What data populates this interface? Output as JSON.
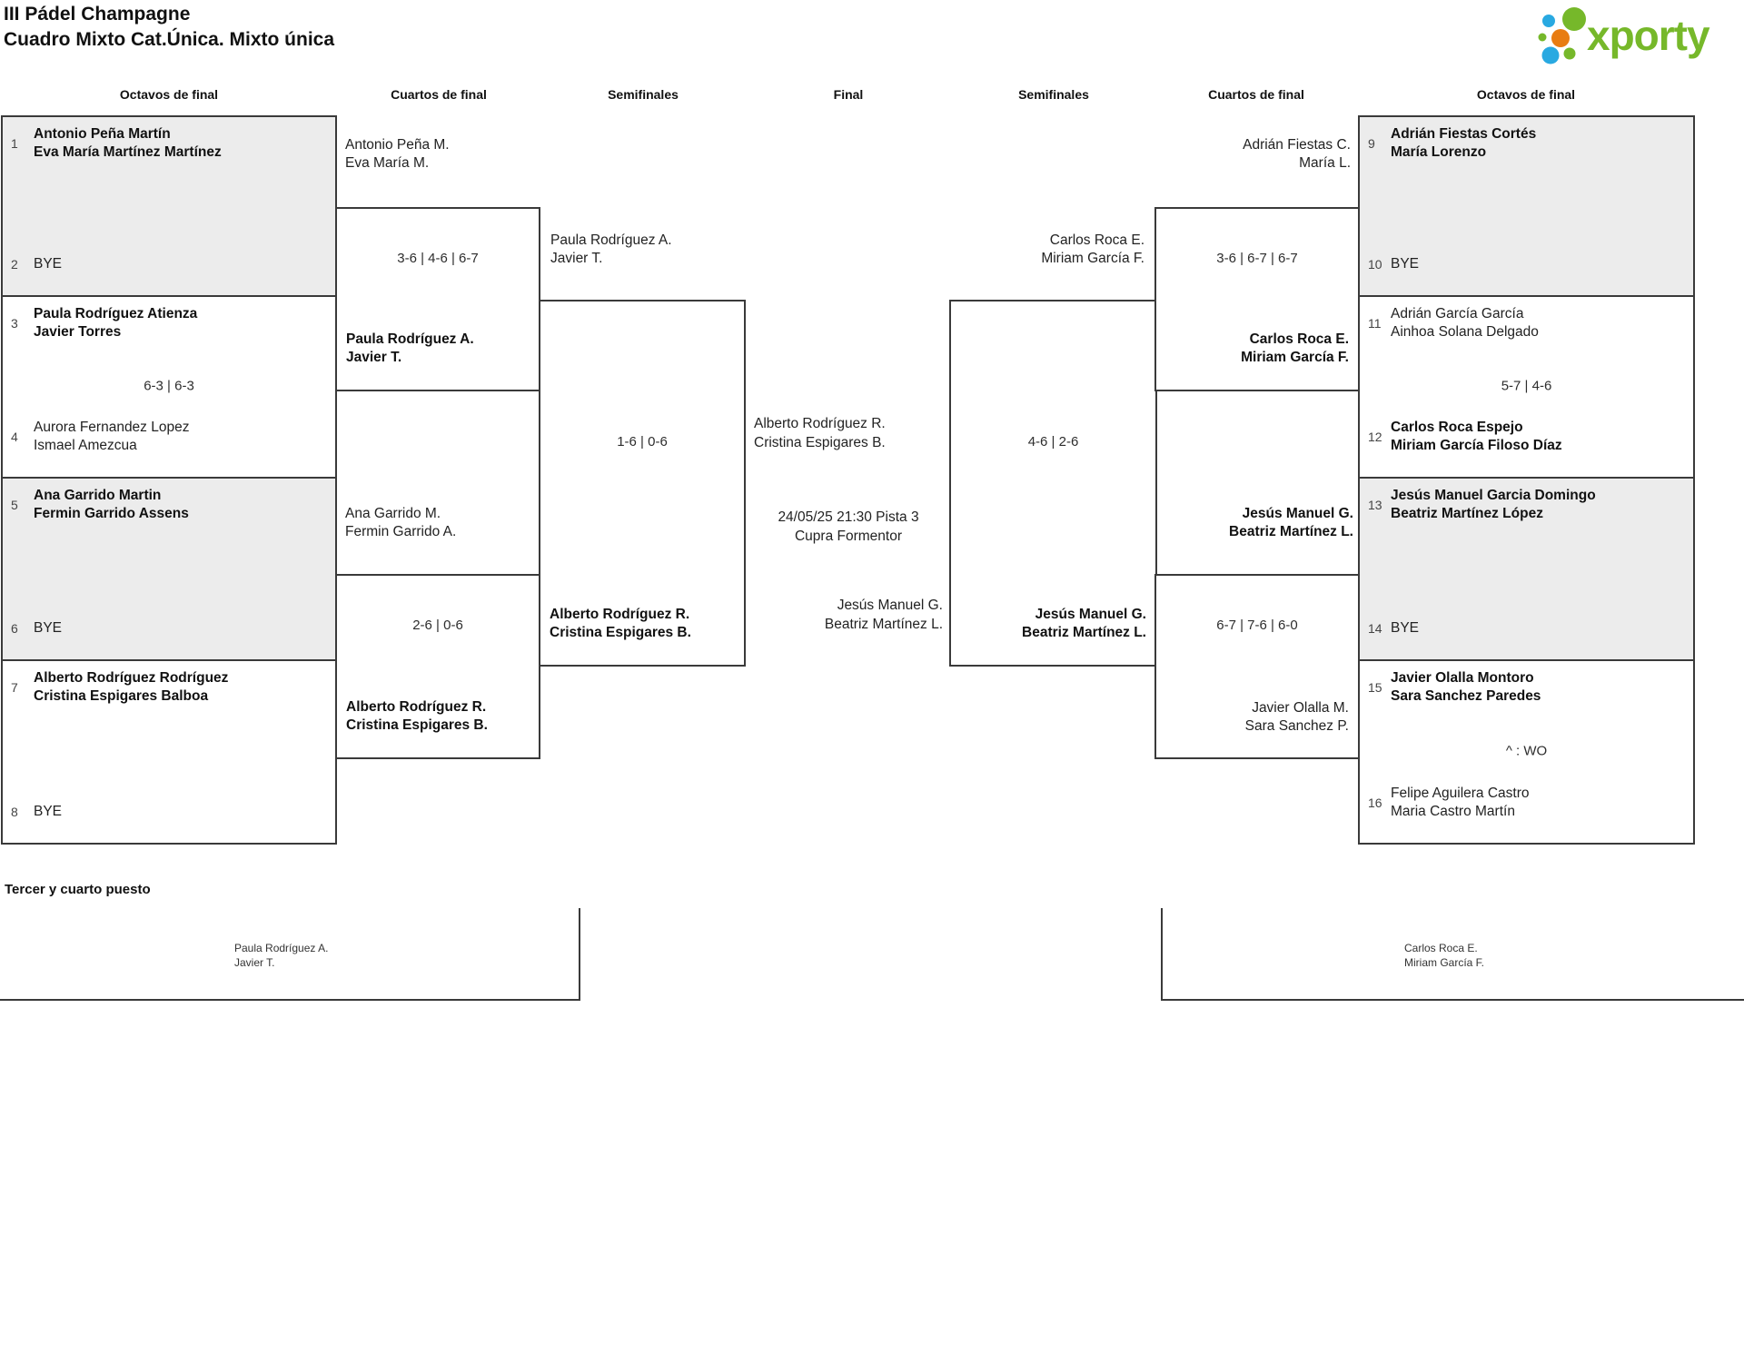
{
  "title": {
    "line1": "III Pádel Champagne",
    "line2": "Cuadro Mixto Cat.Única. Mixto única"
  },
  "logo": {
    "text": "xporty",
    "green": "#76b82a",
    "blue": "#29a9e1",
    "orange": "#e87c12"
  },
  "colors": {
    "box_border": "#3a3a3a",
    "box_shaded_fill": "#ececec"
  },
  "rounds": [
    "Octavos de final",
    "Cuartos de final",
    "Semifinales",
    "Final",
    "Semifinales",
    "Cuartos de final",
    "Octavos de final"
  ],
  "octavos_left": [
    {
      "seed_a": "1",
      "a1": "Antonio Peña Martín",
      "a2": "Eva María Martínez Martínez",
      "score": "",
      "seed_b": "2",
      "b1": "BYE",
      "b2": ""
    },
    {
      "seed_a": "3",
      "a1": "Paula Rodríguez Atienza",
      "a2": "Javier Torres",
      "score": "6-3 | 6-3",
      "seed_b": "4",
      "b1": "Aurora Fernandez Lopez",
      "b2": "Ismael Amezcua"
    },
    {
      "seed_a": "5",
      "a1": "Ana Garrido Martin",
      "a2": "Fermin Garrido Assens",
      "score": "",
      "seed_b": "6",
      "b1": "BYE",
      "b2": ""
    },
    {
      "seed_a": "7",
      "a1": "Alberto Rodríguez Rodríguez",
      "a2": "Cristina Espigares Balboa",
      "score": "",
      "seed_b": "8",
      "b1": "BYE",
      "b2": ""
    }
  ],
  "octavos_right": [
    {
      "seed_a": "9",
      "a1": "Adrián Fiestas Cortés",
      "a2": "María Lorenzo",
      "score": "",
      "seed_b": "10",
      "b1": "BYE",
      "b2": ""
    },
    {
      "seed_a": "11",
      "a1": "Adrián García García",
      "a2": "Ainhoa Solana Delgado",
      "score": "5-7 | 4-6",
      "seed_b": "12",
      "b1": "Carlos Roca Espejo",
      "b2": "Miriam García Filoso Díaz"
    },
    {
      "seed_a": "13",
      "a1": "Jesús Manuel Garcia Domingo",
      "a2": "Beatriz Martínez López",
      "score": "",
      "seed_b": "14",
      "b1": "BYE",
      "b2": ""
    },
    {
      "seed_a": "15",
      "a1": "Javier Olalla Montoro",
      "a2": "Sara Sanchez Paredes",
      "score": "^ : WO",
      "seed_b": "16",
      "b1": "Felipe Aguilera Castro",
      "b2": "Maria Castro Martín"
    }
  ],
  "cuartos_left": [
    {
      "in1": "Antonio Peña M.",
      "in2": "Eva María M.",
      "score": "3-6 | 4-6 | 6-7",
      "out1": "Paula Rodríguez A.",
      "out2": "Javier T."
    },
    {
      "in1": "Ana Garrido M.",
      "in2": "Fermin Garrido A.",
      "score": "2-6 | 0-6",
      "out1": "Alberto Rodríguez R.",
      "out2": "Cristina Espigares B."
    }
  ],
  "cuartos_right": [
    {
      "in1": "Adrián Fiestas C.",
      "in2": "María L.",
      "score": "3-6 | 6-7 | 6-7",
      "out1": "Carlos Roca E.",
      "out2": "Miriam García F."
    },
    {
      "in1": "Jesús Manuel G.",
      "in2": "Beatriz Martínez L.",
      "score": "6-7 | 7-6 | 6-0",
      "out1": "Javier Olalla M.",
      "out2": "Sara Sanchez P."
    }
  ],
  "semifinal_left": {
    "in1": "Paula Rodríguez A.",
    "in2": "Javier T.",
    "score": "1-6 | 0-6",
    "out1": "Alberto Rodríguez R.",
    "out2": "Cristina Espigares B."
  },
  "semifinal_right": {
    "in1": "Carlos Roca E.",
    "in2": "Miriam García F.",
    "score": "4-6 | 2-6",
    "out1": "Jesús Manuel G.",
    "out2": "Beatriz Martínez L."
  },
  "final": {
    "team1_l1": "Alberto Rodríguez R.",
    "team1_l2": "Cristina Espigares B.",
    "sched1": "24/05/25 21:30 Pista 3",
    "sched2": "Cupra Formentor",
    "team2_l1": "Jesús Manuel G.",
    "team2_l2": "Beatriz Martínez L."
  },
  "third_place": {
    "heading": "Tercer y cuarto puesto",
    "left1": "Paula Rodríguez A.",
    "left2": "Javier T.",
    "right1": "Carlos Roca E.",
    "right2": "Miriam García F."
  }
}
